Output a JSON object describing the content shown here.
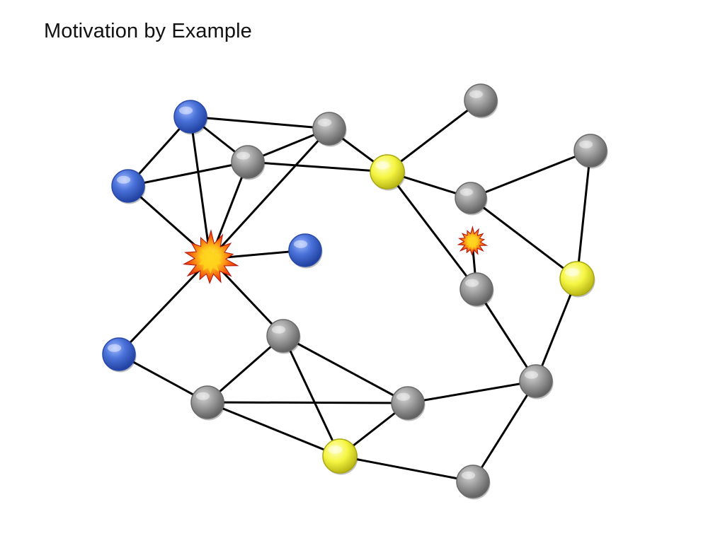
{
  "slide": {
    "title": "Motivation by Example"
  },
  "colors": {
    "blue": "#4a72d9",
    "gray": "#9a9a9a",
    "yellow": "#f5f542",
    "edge": "#000000",
    "explosion_outer": "#e8250c",
    "explosion_inner": "#ffd21a"
  },
  "graph": {
    "node_types": [
      "blue",
      "gray",
      "yellow",
      "explosion"
    ],
    "nodes": [
      {
        "id": "b1",
        "kind": "blue"
      },
      {
        "id": "b2",
        "kind": "blue"
      },
      {
        "id": "b3",
        "kind": "blue"
      },
      {
        "id": "b4",
        "kind": "blue"
      },
      {
        "id": "g1",
        "kind": "gray"
      },
      {
        "id": "g2",
        "kind": "gray"
      },
      {
        "id": "g3",
        "kind": "gray"
      },
      {
        "id": "g4",
        "kind": "gray"
      },
      {
        "id": "g5",
        "kind": "gray"
      },
      {
        "id": "g6",
        "kind": "gray"
      },
      {
        "id": "g7",
        "kind": "gray"
      },
      {
        "id": "g8",
        "kind": "gray"
      },
      {
        "id": "g9",
        "kind": "gray"
      },
      {
        "id": "g10",
        "kind": "gray"
      },
      {
        "id": "g11",
        "kind": "gray"
      },
      {
        "id": "y1",
        "kind": "yellow"
      },
      {
        "id": "y2",
        "kind": "yellow"
      },
      {
        "id": "y3",
        "kind": "yellow"
      },
      {
        "id": "e1",
        "kind": "explosion"
      },
      {
        "id": "e2",
        "kind": "explosion"
      }
    ],
    "edges": [
      [
        "b1",
        "g1"
      ],
      [
        "b1",
        "g2"
      ],
      [
        "b1",
        "b2"
      ],
      [
        "b1",
        "e1"
      ],
      [
        "b2",
        "g2"
      ],
      [
        "b2",
        "e1"
      ],
      [
        "g2",
        "g1"
      ],
      [
        "g2",
        "y1"
      ],
      [
        "g2",
        "e1"
      ],
      [
        "g1",
        "e1"
      ],
      [
        "g1",
        "y1"
      ],
      [
        "e1",
        "b4"
      ],
      [
        "e1",
        "b3"
      ],
      [
        "e1",
        "g7"
      ],
      [
        "y1",
        "g3"
      ],
      [
        "y1",
        "g4"
      ],
      [
        "y1",
        "g6"
      ],
      [
        "g3",
        "g5"
      ],
      [
        "g3",
        "y2"
      ],
      [
        "g5",
        "y2"
      ],
      [
        "y2",
        "g10"
      ],
      [
        "g6",
        "e2"
      ],
      [
        "g6",
        "g10"
      ],
      [
        "g10",
        "g9"
      ],
      [
        "g10",
        "g11"
      ],
      [
        "b3",
        "g8"
      ],
      [
        "g7",
        "g8"
      ],
      [
        "g7",
        "g9"
      ],
      [
        "g7",
        "y3"
      ],
      [
        "g8",
        "g9"
      ],
      [
        "g8",
        "y3"
      ],
      [
        "g9",
        "y3"
      ],
      [
        "y3",
        "g11"
      ]
    ]
  }
}
